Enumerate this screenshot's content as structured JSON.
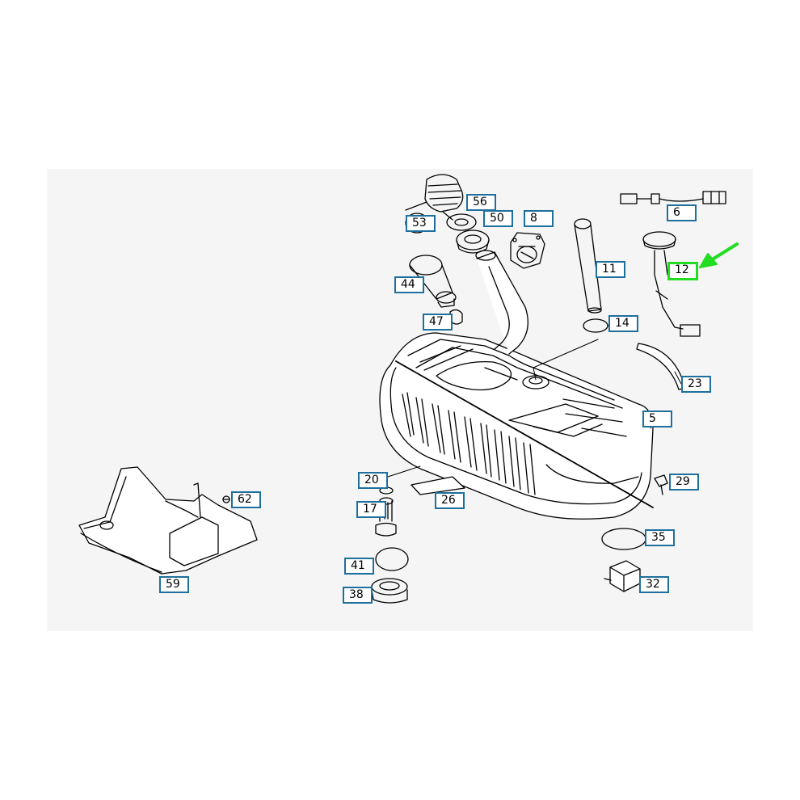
{
  "diagram": {
    "highlight_color": "#22dd22",
    "callout_border_color": "#1e6f9e",
    "selected_part": "12",
    "callouts": {
      "c53": "53",
      "c56": "56",
      "c50": "50",
      "c8": "8",
      "c6": "6",
      "c11": "11",
      "c12": "12",
      "c44": "44",
      "c47": "47",
      "c14": "14",
      "c23": "23",
      "c5": "5",
      "c20": "20",
      "c29": "29",
      "c62": "62",
      "c17": "17",
      "c26": "26",
      "c35": "35",
      "c41": "41",
      "c59": "59",
      "c32": "32",
      "c38": "38"
    }
  }
}
